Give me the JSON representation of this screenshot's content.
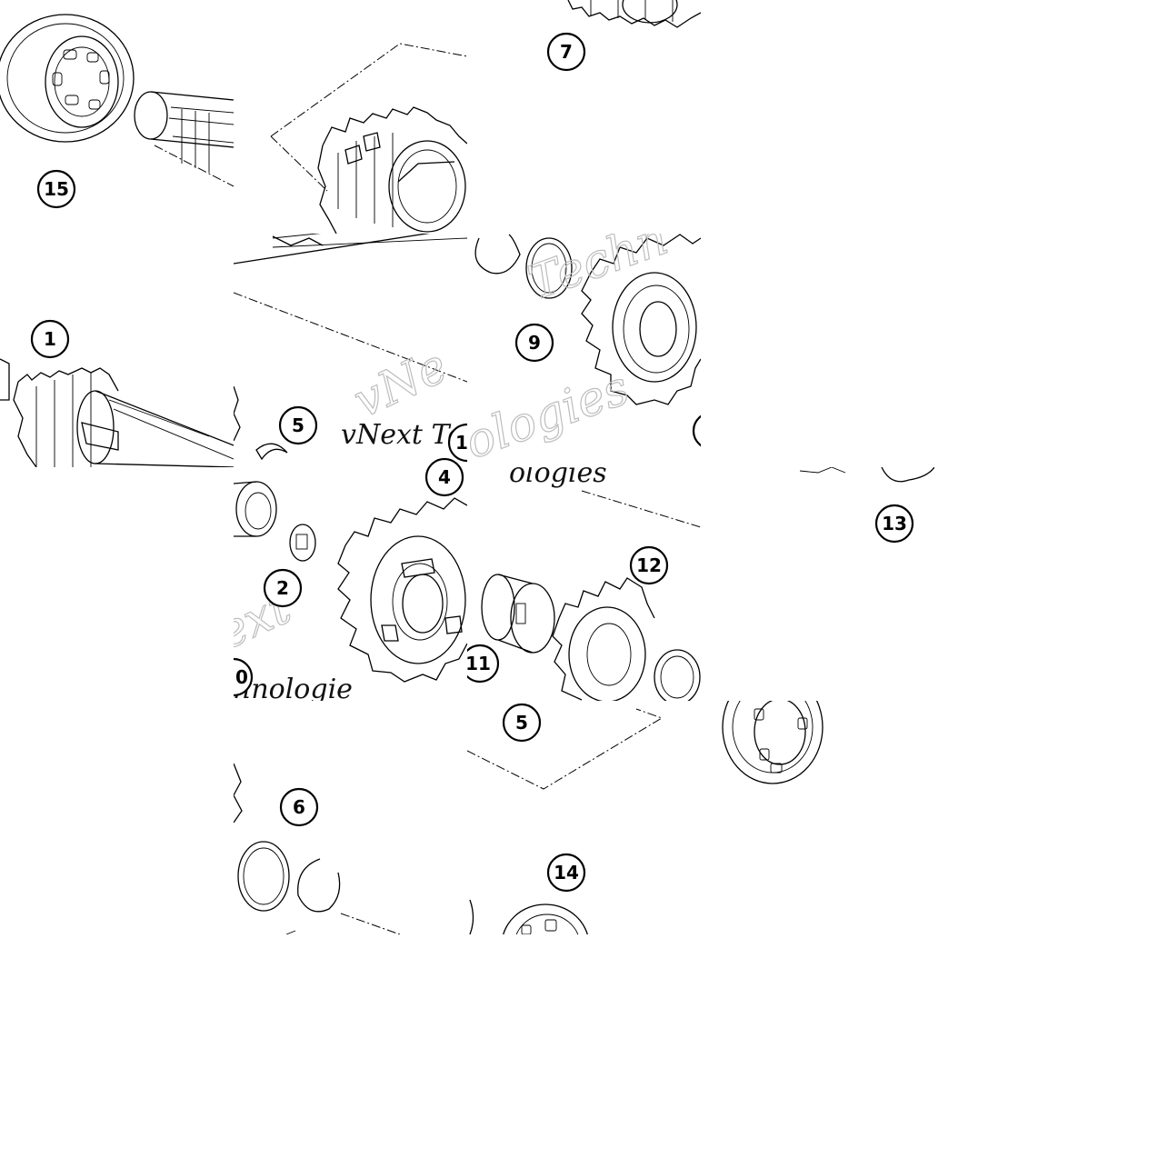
{
  "callouts": {
    "c1": "1",
    "c2": "2",
    "c4": "4",
    "c5a": "5",
    "c5b": "5",
    "c6": "6",
    "c7": "7",
    "c9": "9",
    "c11": "11",
    "c12": "12",
    "c13": "13",
    "c14": "14",
    "c15": "15",
    "c_partial_a": "1",
    "c_partial_b": "0"
  },
  "watermark": {
    "line1": "vNext Te",
    "line2": "ologies",
    "line3": "hnologie",
    "ghost1": "Techn",
    "ghost2": "vNe",
    "ghost3": "ext",
    "ghost4": "ologies"
  },
  "colors": {
    "stroke": "#000000",
    "background": "#ffffff",
    "watermark_ghost": "#bdbdbd"
  }
}
